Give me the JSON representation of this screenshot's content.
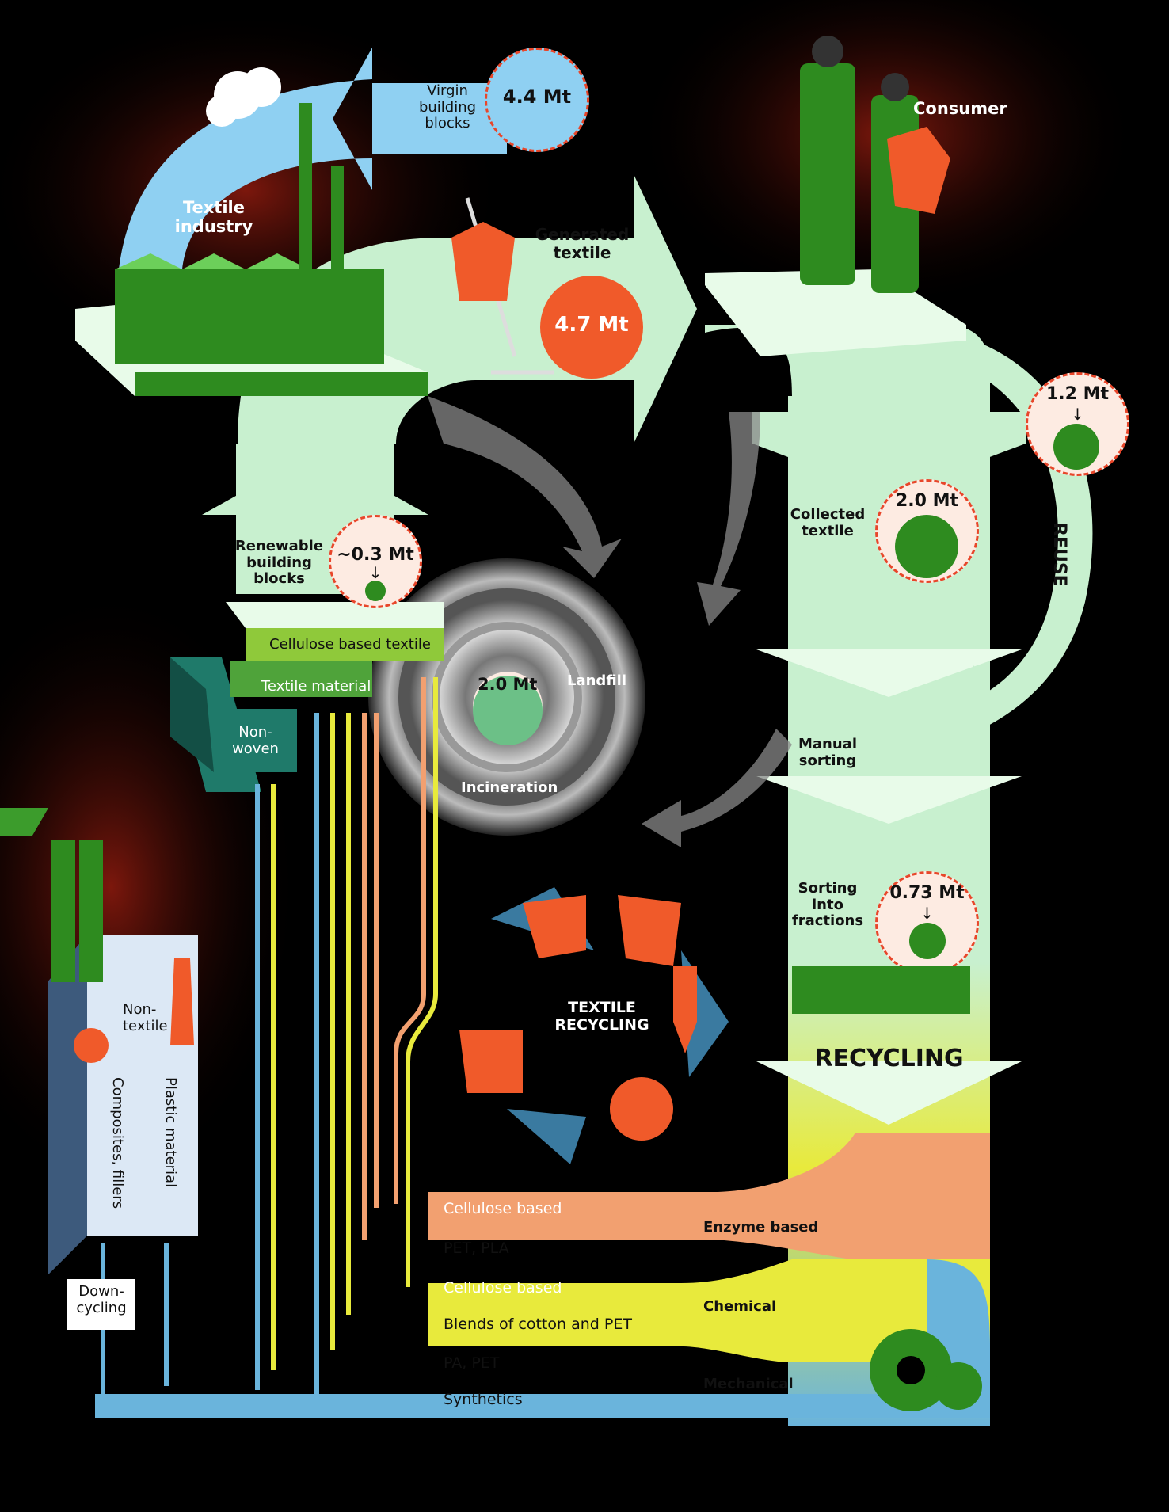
{
  "top": {
    "virgin_label": "Virgin\nbuilding\nblocks",
    "virgin_value": "4.4 Mt",
    "industry_label": "Textile\nindustry",
    "generated_label": "Generated\ntextile",
    "generated_value": "4.7 Mt",
    "consumer_label": "Consumer"
  },
  "right": {
    "reuse_value": "1.2 Mt",
    "reuse_label": "REUSE",
    "collected_label": "Collected\ntextile",
    "collected_value": "2.0 Mt",
    "manual_label": "Manual\nsorting",
    "fractions_label": "Sorting\ninto\nfractions",
    "fractions_value": "0.73 Mt",
    "recycling_label": "RECYCLING"
  },
  "left": {
    "renewable_label": "Renewable\nbuilding\nblocks",
    "renewable_value": "~0.3 Mt",
    "cellulose_textile": "Cellulose based textile",
    "textile_material": "Textile material",
    "nonwoven": "Non-\nwoven",
    "nontextile": "Non-\ntextile",
    "composites": "Composites, fillers",
    "plastic": "Plastic material",
    "downcycling": "Down-\ncycling"
  },
  "center": {
    "waste_value": "2.0 Mt",
    "landfill": "Landfill",
    "incineration": "Incineration",
    "textile_recycling": "TEXTILE\nRECYCLING"
  },
  "bottom": {
    "rows": [
      "Cellulose based",
      "PET, PLA",
      "Cellulose based",
      "Blends of cotton and PET",
      "PA, PET",
      "Synthetics"
    ],
    "methods": [
      "Enzyme based",
      "Chemical",
      "Mechanical"
    ]
  },
  "colors": {
    "mint": "#c8f0cf",
    "green": "#2e8b1f",
    "orange": "#f05a2a",
    "salmon": "#f2a070",
    "yellow": "#e8ea3c",
    "blue": "#6ab4dc",
    "skyblue": "#8fd0f2"
  }
}
